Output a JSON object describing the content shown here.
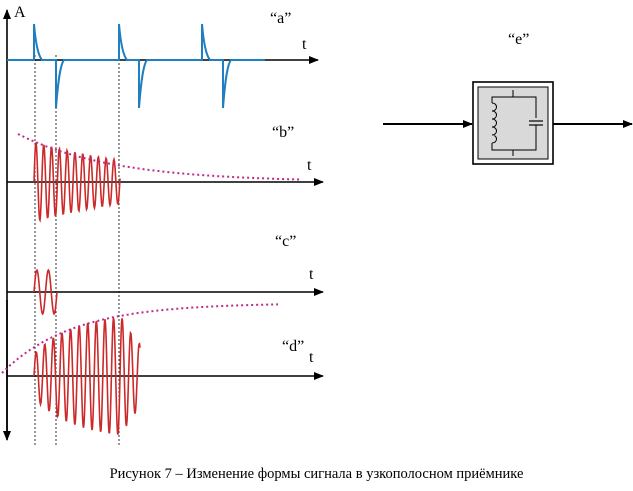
{
  "axis": {
    "y_label": "A",
    "t_label": "t"
  },
  "panels": [
    {
      "id": "a",
      "label": "“a”"
    },
    {
      "id": "b",
      "label": "“b”"
    },
    {
      "id": "c",
      "label": "“c”"
    },
    {
      "id": "d",
      "label": "“d”"
    },
    {
      "id": "e",
      "label": "“e”"
    }
  ],
  "colors": {
    "pulse": "#1f7fc0",
    "oscillation": "#cc2a2a",
    "envelope": "#c0288a",
    "axis": "#000000"
  },
  "icons": [
    "lc-circuit-icon",
    "inductor-icon",
    "capacitor-icon",
    "arrow-right-icon"
  ],
  "caption": "Рисунок 7 – Изменение формы сигнала в узкополосном приёмнике"
}
